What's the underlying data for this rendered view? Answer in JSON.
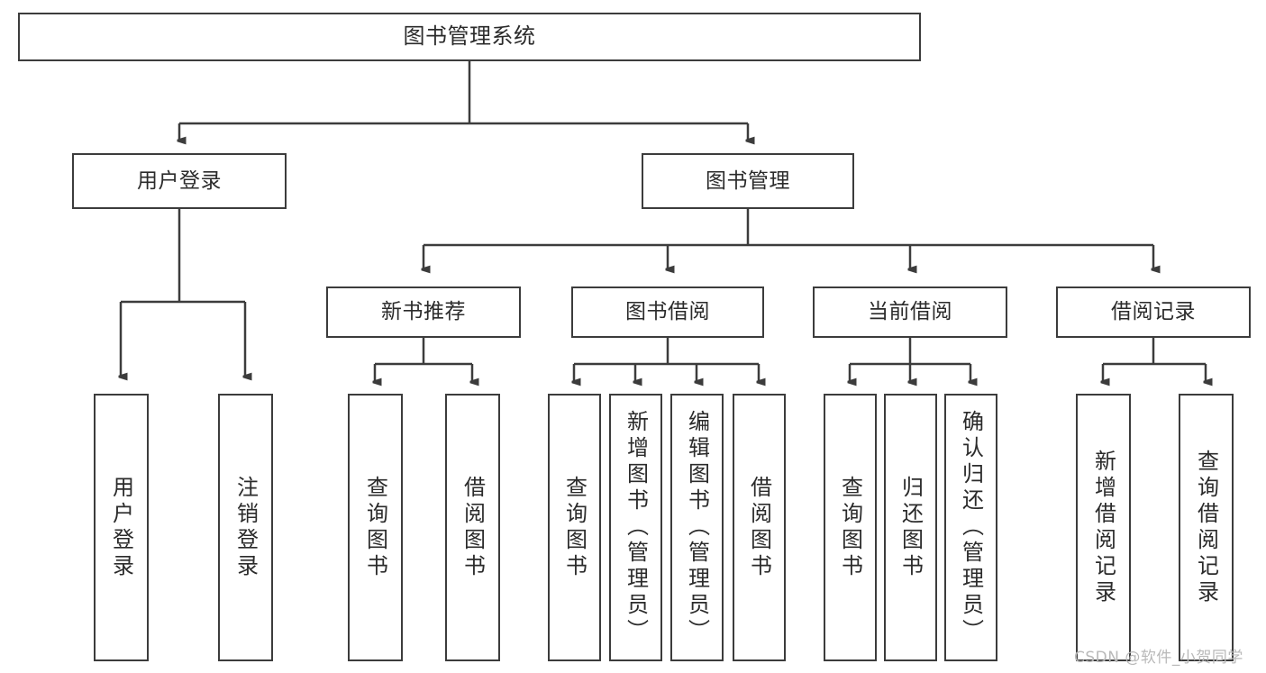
{
  "diagram": {
    "type": "tree",
    "title": "图书管理系统",
    "root": {
      "id": "root",
      "label": "图书管理系统"
    },
    "level2": [
      {
        "id": "user-login",
        "label": "用户登录"
      },
      {
        "id": "book-manage",
        "label": "图书管理"
      }
    ],
    "level3": [
      {
        "id": "new-book-rec",
        "label": "新书推荐",
        "parent": "book-manage"
      },
      {
        "id": "book-borrow",
        "label": "图书借阅",
        "parent": "book-manage"
      },
      {
        "id": "current-borrow",
        "label": "当前借阅",
        "parent": "book-manage"
      },
      {
        "id": "borrow-record",
        "label": "借阅记录",
        "parent": "book-manage"
      }
    ],
    "leaves": {
      "user-login": [
        {
          "id": "leaf-user-login",
          "label": "用户登录"
        },
        {
          "id": "leaf-logout",
          "label": "注销登录"
        }
      ],
      "new-book-rec": [
        {
          "id": "leaf-query-book-1",
          "label": "查询图书"
        },
        {
          "id": "leaf-borrow-book-1",
          "label": "借阅图书"
        }
      ],
      "book-borrow": [
        {
          "id": "leaf-query-book-2",
          "label": "查询图书"
        },
        {
          "id": "leaf-add-book",
          "label": "新增图书（管理员）"
        },
        {
          "id": "leaf-edit-book",
          "label": "编辑图书（管理员）"
        },
        {
          "id": "leaf-borrow-book-2",
          "label": "借阅图书"
        }
      ],
      "current-borrow": [
        {
          "id": "leaf-query-book-3",
          "label": "查询图书"
        },
        {
          "id": "leaf-return-book",
          "label": "归还图书"
        },
        {
          "id": "leaf-confirm-return",
          "label": "确认归还（管理员）"
        }
      ],
      "borrow-record": [
        {
          "id": "leaf-add-record",
          "label": "新增借阅记录"
        },
        {
          "id": "leaf-query-record",
          "label": "查询借阅记录"
        }
      ]
    }
  },
  "watermark": {
    "text": "CSDN @软件_小贺同学"
  },
  "colors": {
    "stroke": "#3c3c3c",
    "text": "#2b2b2b",
    "background": "#ffffff",
    "watermark": "#b9b9b9"
  }
}
